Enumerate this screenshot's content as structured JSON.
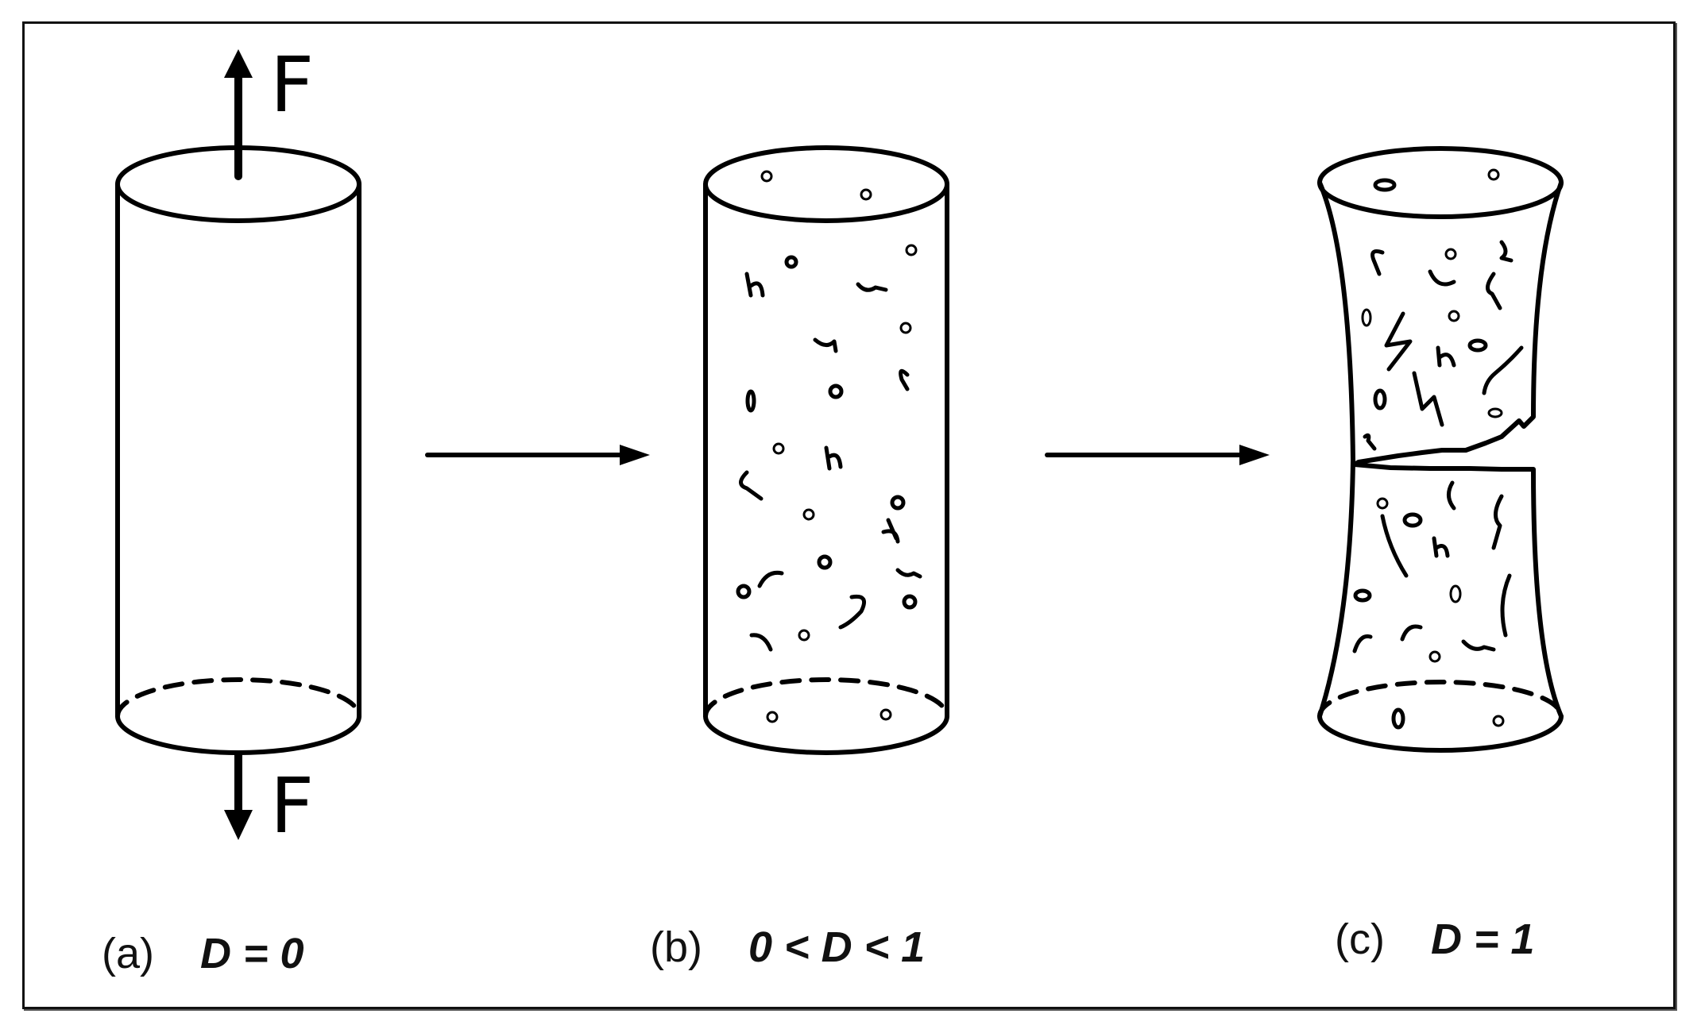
{
  "force_labels": {
    "top": "F",
    "bottom": "F"
  },
  "stages": [
    {
      "tag": "(a)",
      "condition": "D = 0"
    },
    {
      "tag": "(b)",
      "condition": "0 < D < 1"
    },
    {
      "tag": "(c)",
      "condition": "D = 1"
    }
  ]
}
